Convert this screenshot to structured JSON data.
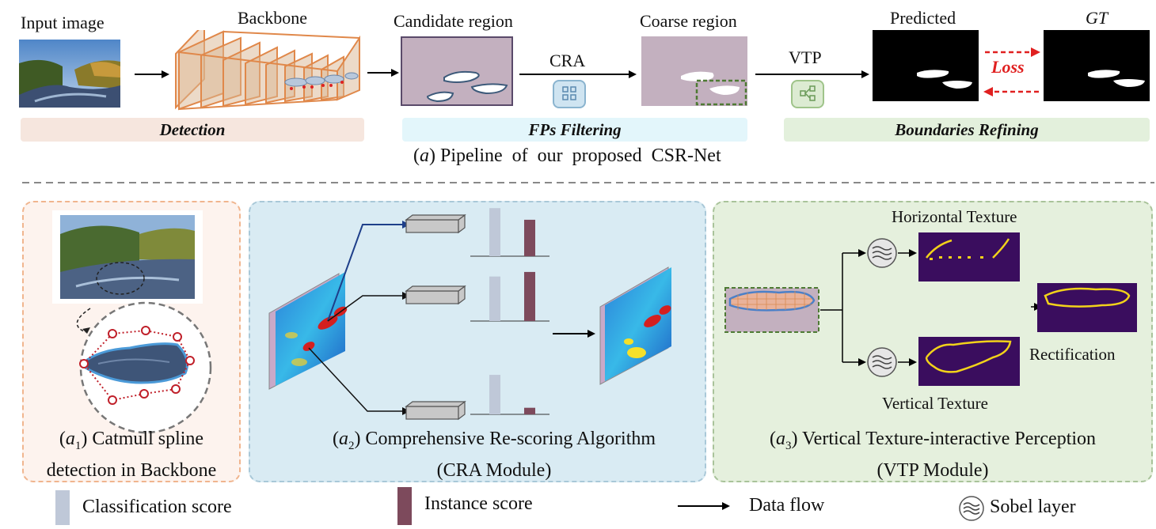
{
  "top": {
    "input_label": "Input image",
    "backbone_label": "Backbone",
    "candidate_label": "Candidate region",
    "coarse_label": "Coarse region",
    "predicted_label": "Predicted",
    "gt_label": "GT",
    "cra_label": "CRA",
    "vtp_label": "VTP",
    "loss_label": "Loss",
    "stage_detection": "Detection",
    "stage_filtering": "FPs Filtering",
    "stage_refining": "Boundaries Refining",
    "pipeline_caption_prefix": "(",
    "pipeline_caption_letter": "a",
    "pipeline_caption_text": ") Pipeline  of  our  proposed  CSR-Net"
  },
  "panels": {
    "a1": {
      "letter": "a",
      "sub": "1",
      "line1": ") Catmull spline",
      "line2": "detection in Backbone"
    },
    "a2": {
      "letter": "a",
      "sub": "2",
      "line1": ") Comprehensive Re-scoring Algorithm",
      "line2": "(CRA Module)"
    },
    "a3": {
      "letter": "a",
      "sub": "3",
      "line1": ") Vertical Texture-interactive Perception",
      "line2": "(VTP Module)",
      "horizontal_label": "Horizontal Texture",
      "vertical_label": "Vertical Texture",
      "rectification_label": "Rectification"
    }
  },
  "legend": {
    "classification": "Classification score",
    "instance": "Instance score",
    "dataflow": "Data flow",
    "sobel": "Sobel layer"
  },
  "colors": {
    "detection_bg": "#f6e6de",
    "filtering_bg": "#e3f6fb",
    "refining_bg": "#e3f0dc",
    "panel_a1_border": "#f0b58e",
    "panel_a2_border": "#a9c8d8",
    "panel_a2_bg": "#d9ebf3",
    "panel_a3_border": "#a9c39a",
    "panel_a3_bg": "#e5f0dd",
    "classification_bar": "#bfc8d8",
    "instance_bar": "#7d4a5c",
    "region_bg": "#c3b0bf",
    "backbone": "#e0884a",
    "loss": "#e02020",
    "texture_bg": "#3a0d5e",
    "texture_line": "#f2d21a"
  },
  "bars": {
    "classification": [
      0.95,
      0.88,
      0.78
    ],
    "instance": [
      0.72,
      0.97,
      0.13
    ]
  }
}
